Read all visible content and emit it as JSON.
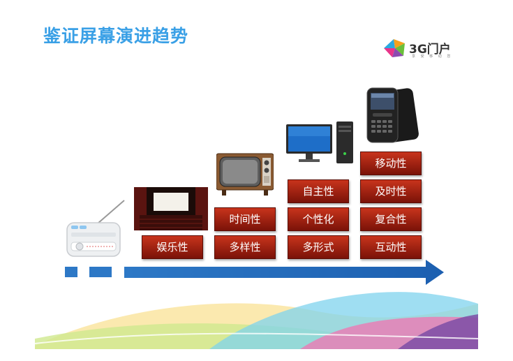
{
  "title": "鉴证屏幕演进趋势",
  "logo": {
    "text": "3G门户",
    "sub": "享 受 移 动 您"
  },
  "columns": [
    {
      "device": "cinema",
      "features": [
        "娱乐性"
      ]
    },
    {
      "device": "tv",
      "features": [
        "时间性",
        "多样性"
      ]
    },
    {
      "device": "computer",
      "features": [
        "自主性",
        "个性化",
        "多形式"
      ]
    },
    {
      "device": "mobile-phone",
      "features": [
        "移动性",
        "及时性",
        "复合性",
        "互动性"
      ]
    }
  ],
  "colors": {
    "title": "#3aa0e6",
    "box": "#a32414",
    "arrow": "#2d78c6"
  }
}
